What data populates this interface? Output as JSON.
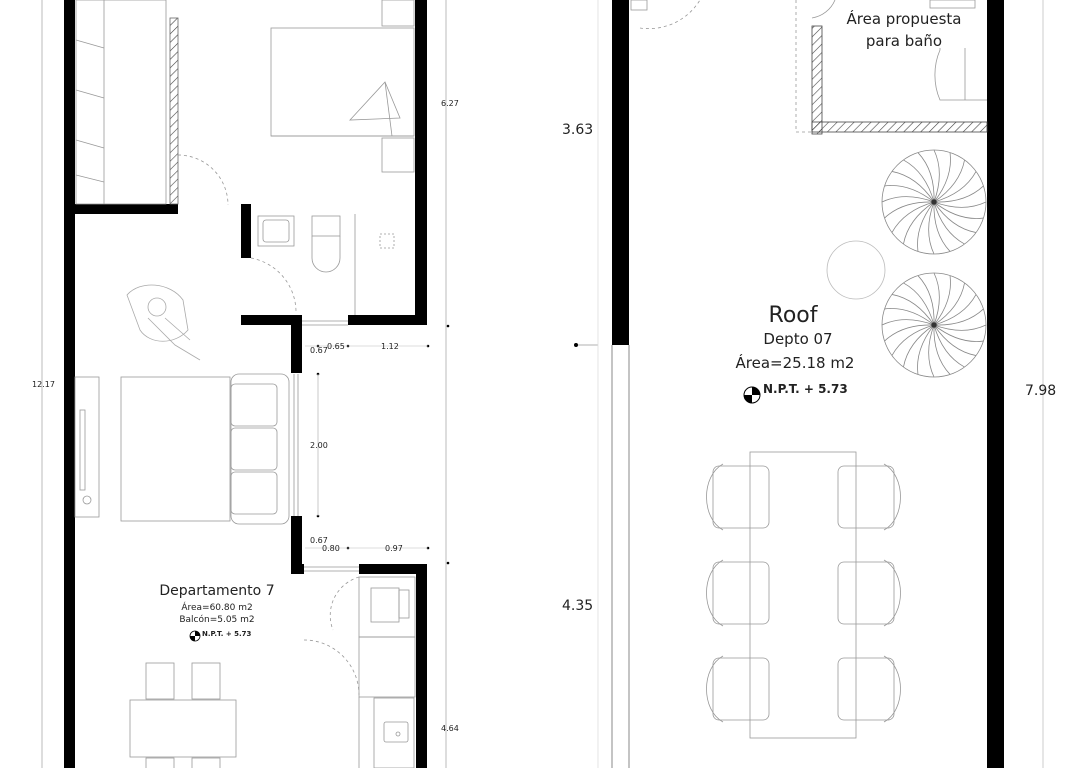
{
  "dimensions": {
    "d627": "6.27",
    "d1217": "12.17",
    "d067a": "0.67",
    "d065": "0.65",
    "d112": "1.12",
    "d200": "2.00",
    "d067b": "0.67",
    "d080": "0.80",
    "d097": "0.97",
    "d464": "4.64",
    "d363": "3.63",
    "d435": "4.35",
    "d798": "7.98"
  },
  "apartment": {
    "name": "Departamento 7",
    "area": "Área=60.80 m2",
    "balcony": "Balcón=5.05 m2",
    "level": "N.P.T. + 5.73"
  },
  "roof": {
    "title": "Roof",
    "unit": "Depto 07",
    "area": "Área=25.18 m2",
    "level": "N.P.T. + 5.73"
  },
  "proposed_bath": {
    "line1": "Área propuesta",
    "line2": "para baño"
  },
  "colors": {
    "wall": "#000000",
    "line": "#9a9a9a",
    "text": "#222222"
  }
}
